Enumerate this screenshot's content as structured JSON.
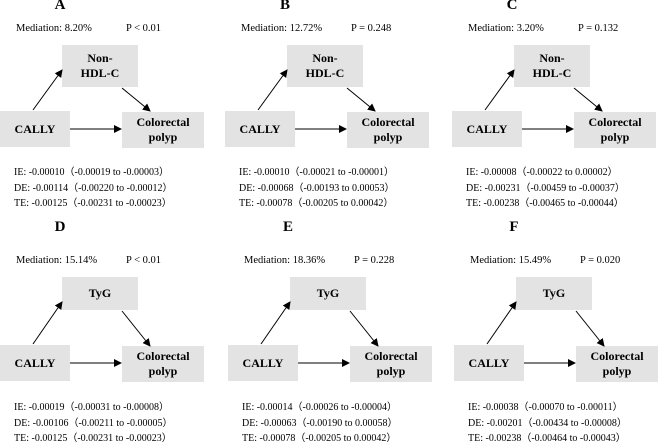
{
  "panels": [
    {
      "letter": "A",
      "mediation": "Mediation:  8.20%",
      "p": "P ",
      "p_value": "< 0.01",
      "mediator": "Non-\nHDL-C",
      "exposure": "CALLY",
      "outcome": "Colorectal\npolyp",
      "stats": [
        "IE: -0.00010（-0.00019 to -0.00003）",
        "DE: -0.00114（-0.00220 to -0.00012）",
        "TE: -0.00125（-0.00231 to -0.00023）"
      ]
    },
    {
      "letter": "B",
      "mediation": "Mediation:  12.72%",
      "p": "P = ",
      "p_value": "0.248",
      "mediator": "Non-\nHDL-C",
      "exposure": "CALLY",
      "outcome": "Colorectal\npolyp",
      "stats": [
        "IE: -0.00010（-0.00021 to -0.00001）",
        "DE: -0.00068（-0.00193 to 0.00053）",
        "TE: -0.00078（-0.00205 to 0.00042）"
      ]
    },
    {
      "letter": "C",
      "mediation": "Mediation:  3.20%",
      "p": "P = ",
      "p_value": "0.132",
      "mediator": "Non-\nHDL-C",
      "exposure": "CALLY",
      "outcome": "Colorectal\npolyp",
      "stats": [
        "IE: -0.00008（-0.00022 to 0.00002）",
        "DE: -0.00231（-0.00459 to -0.00037）",
        "TE: -0.00238（-0.00465 to -0.00044）"
      ]
    },
    {
      "letter": "D",
      "mediation": "Mediation:  15.14%",
      "p": "P ",
      "p_value": "< 0.01",
      "mediator": "TyG",
      "exposure": "CALLY",
      "outcome": "Colorectal\npolyp",
      "stats": [
        "IE: -0.00019（-0.00031 to -0.00008）",
        "DE: -0.00106（-0.00211 to -0.00005）",
        "TE: -0.00125（-0.00231 to -0.00023）"
      ]
    },
    {
      "letter": "E",
      "mediation": "Mediation:  18.36%",
      "p": "P = ",
      "p_value": "0.228",
      "mediator": "TyG",
      "exposure": "CALLY",
      "outcome": "Colorectal\npolyp",
      "stats": [
        "IE: -0.00014（-0.00026 to -0.00004）",
        "DE: -0.00063（-0.00190 to 0.00058）",
        "TE: -0.00078（-0.00205 to 0.00042）"
      ]
    },
    {
      "letter": "F",
      "mediation": "Mediation:  15.49%",
      "p": "P = ",
      "p_value": "0.020",
      "mediator": "TyG",
      "exposure": "CALLY",
      "outcome": "Colorectal\npolyp",
      "stats": [
        "IE: -0.00038（-0.00070 to -0.00011）",
        "DE: -0.00201（-0.00434 to -0.00008）",
        "TE: -0.00238（-0.00464 to -0.00043）"
      ]
    }
  ]
}
